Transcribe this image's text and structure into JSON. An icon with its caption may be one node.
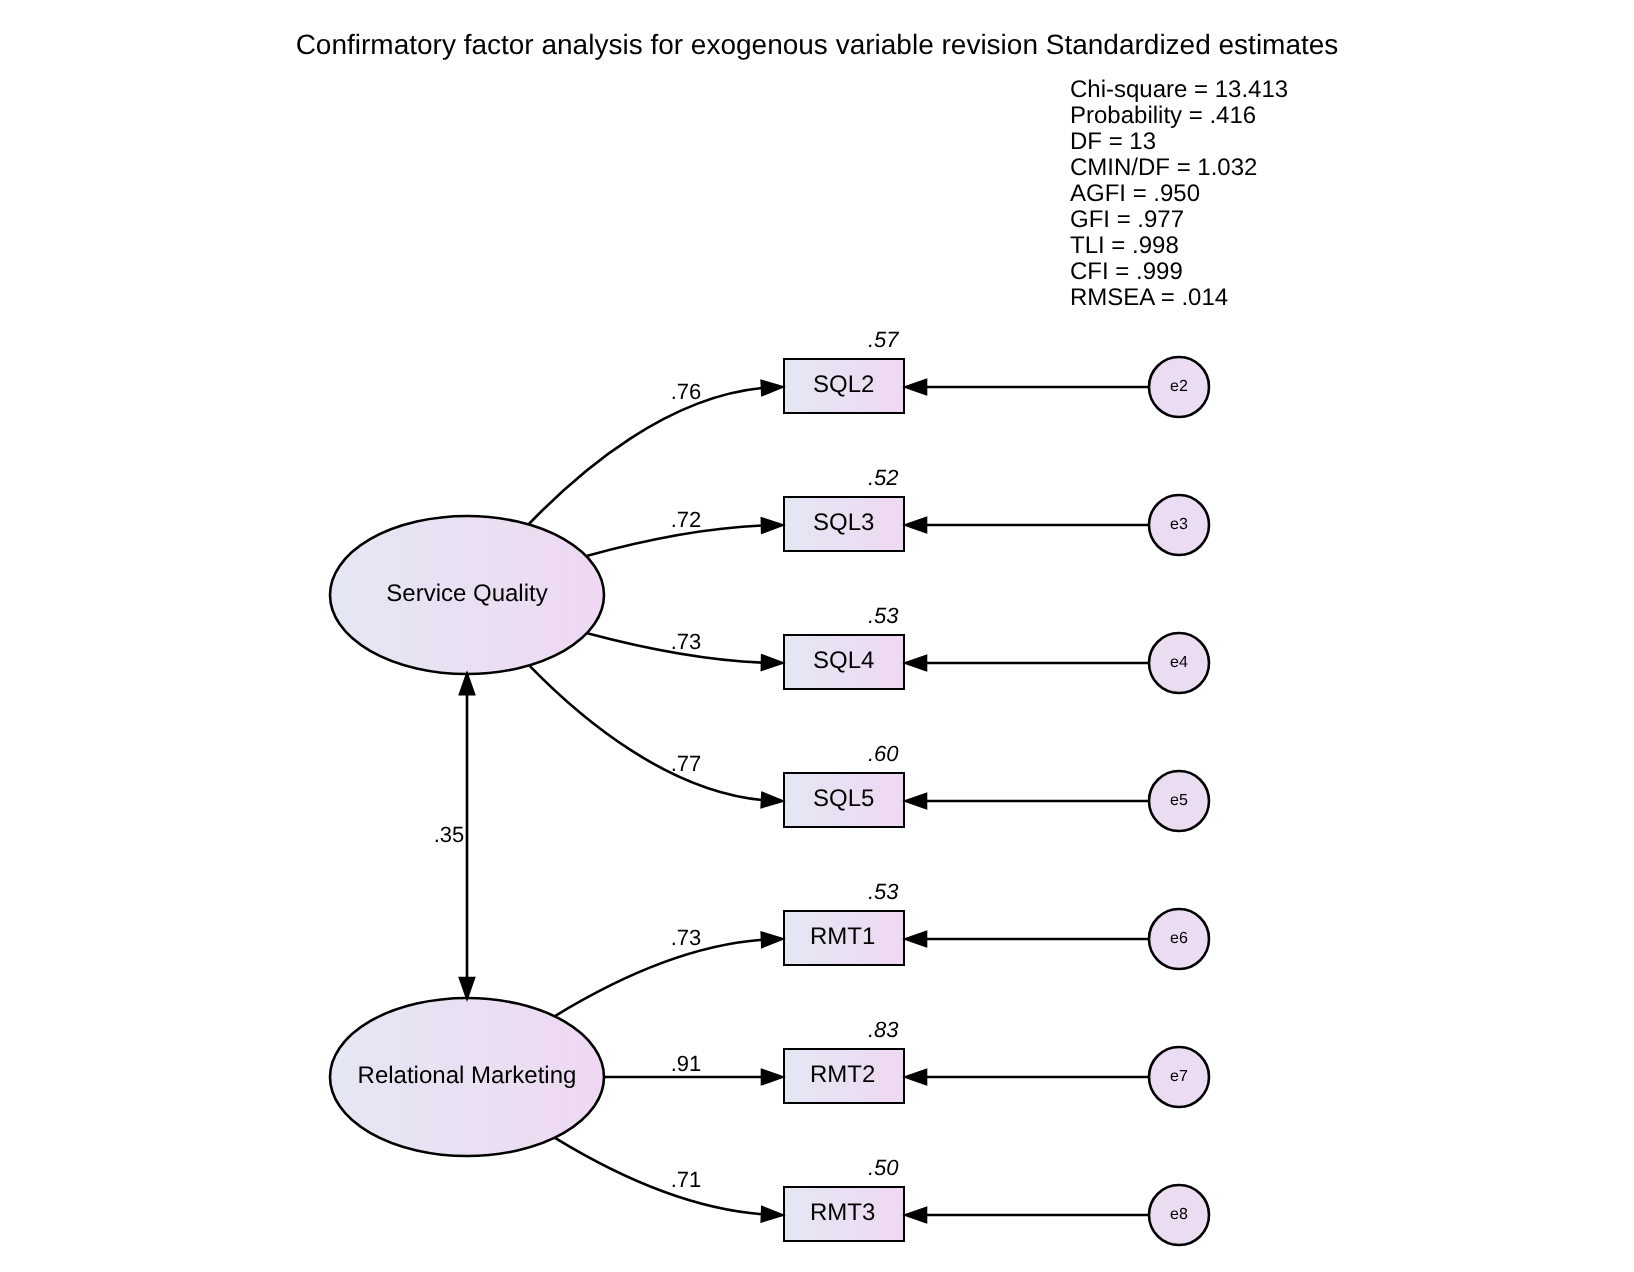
{
  "diagram": {
    "title": "Confirmatory factor analysis for exogenous variable revision Standardized estimates",
    "nodes": [
      {
        "text": [
          "Service Quality"
        ]
      },
      {
        "text": [
          "Relational Marketing"
        ]
      },
      {
        "text": [
          "SQL2"
        ],
        "beside": [
          ".57"
        ]
      },
      {
        "text": [
          "SQL3"
        ],
        "beside": [
          ".52"
        ]
      },
      {
        "text": [
          "SQL4"
        ],
        "beside": [
          ".53"
        ]
      },
      {
        "text": [
          "SQL5"
        ],
        "beside": [
          ".60"
        ]
      },
      {
        "text": [
          "RMT1"
        ],
        "beside": [
          ".53"
        ]
      },
      {
        "text": [
          "RMT2"
        ],
        "beside": [
          ".83"
        ]
      },
      {
        "text": [
          "RMT3"
        ],
        "beside": [
          ".50"
        ]
      },
      {
        "text": [
          "e2"
        ]
      },
      {
        "text": [
          "e3"
        ]
      },
      {
        "text": [
          "e4"
        ]
      },
      {
        "text": [
          "e5"
        ]
      },
      {
        "text": [
          "e6"
        ]
      },
      {
        "text": [
          "e7"
        ]
      },
      {
        "text": [
          "e8"
        ]
      }
    ],
    "edges": [
      {
        "from": 0,
        "to": 1,
        "arrow": "both",
        "label": ".35"
      },
      {
        "from": 0,
        "to": 2,
        "arrow": "to",
        "label": ".76"
      },
      {
        "from": 0,
        "to": 3,
        "arrow": "to",
        "label": ".72"
      },
      {
        "from": 0,
        "to": 4,
        "arrow": "to",
        "label": ".73"
      },
      {
        "from": 0,
        "to": 5,
        "arrow": "to",
        "label": ".77"
      },
      {
        "from": 1,
        "to": 6,
        "arrow": "to",
        "label": ".73"
      },
      {
        "from": 1,
        "to": 7,
        "arrow": "to",
        "label": ".91"
      },
      {
        "from": 1,
        "to": 8,
        "arrow": "to",
        "label": ".71"
      },
      {
        "from": 9,
        "to": 2,
        "arrow": "to"
      },
      {
        "from": 10,
        "to": 3,
        "arrow": "to"
      },
      {
        "from": 11,
        "to": 4,
        "arrow": "to"
      },
      {
        "from": 12,
        "to": 5,
        "arrow": "to"
      },
      {
        "from": 13,
        "to": 6,
        "arrow": "to"
      },
      {
        "from": 14,
        "to": 7,
        "arrow": "to"
      },
      {
        "from": 15,
        "to": 8,
        "arrow": "to"
      }
    ],
    "labels": [
      "Chi-square = 13.413",
      "Probability = .416",
      "DF = 13",
      "CMIN/DF = 1.032",
      "AGFI = .950",
      "GFI = .977",
      "TLI = .998",
      "CFI = .999",
      "RMSEA = .014"
    ]
  }
}
